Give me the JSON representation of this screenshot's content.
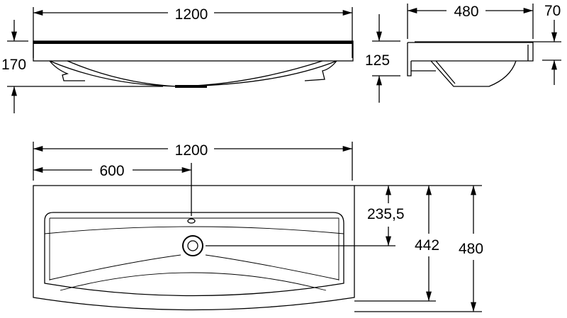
{
  "title": "Washbasin dimension drawing",
  "front_view": {
    "width_label": "1200",
    "height_label": "170"
  },
  "side_view": {
    "depth_label": "480",
    "rim_label": "70",
    "height_label": "125"
  },
  "top_view": {
    "width_label": "1200",
    "drain_offset_label": "600",
    "drain_depth_label": "235,5",
    "bowl_depth_label": "442",
    "depth_label": "480"
  }
}
